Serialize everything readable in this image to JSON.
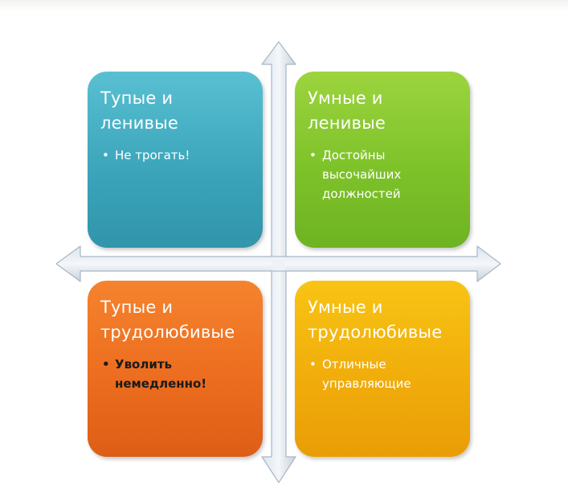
{
  "quadrants": [
    {
      "title": "Тупые и\nленивые",
      "items": [
        "Не трогать!"
      ],
      "color": "#3aa3b9"
    },
    {
      "title": "Умные и\nленивые",
      "items": [
        "Достойны\nвысочайших\nдолжностей"
      ],
      "color": "#7ec22a"
    },
    {
      "title": "Тупые и\nтрудолюбивые",
      "items": [
        "Уволить\nнемедленно!"
      ],
      "color": "#ec6d1f"
    },
    {
      "title": "Умные и\nтрудолюбивые",
      "items": [
        "Отличные\nуправляющие"
      ],
      "color": "#f1ad0b"
    }
  ],
  "axis_color": "#c9d3de",
  "bullet_glyph": "•"
}
